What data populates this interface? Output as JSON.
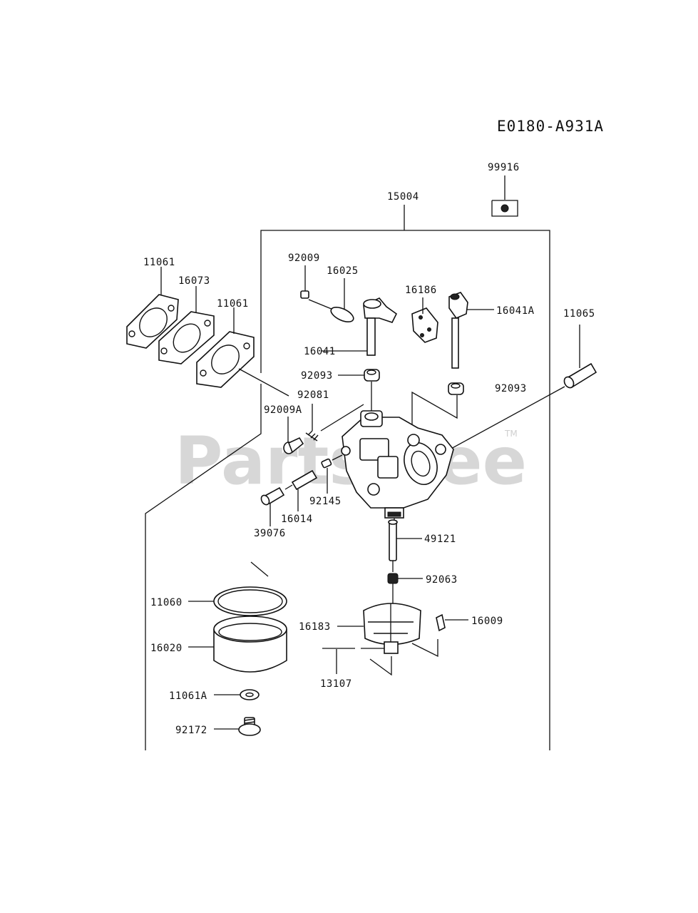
{
  "diagram": {
    "code": "E0180-A931A",
    "watermark": {
      "text": "PartsTree",
      "tm": "TM"
    },
    "labels": {
      "p99916": "99916",
      "p15004": "15004",
      "p11061a": "11061",
      "p16073": "16073",
      "p11061b": "11061",
      "p92009": "92009",
      "p16025": "16025",
      "p16186": "16186",
      "p16041A": "16041A",
      "p11065": "11065",
      "p16041": "16041",
      "p92093a": "92093",
      "p92093b": "92093",
      "p92081": "92081",
      "p92009A": "92009A",
      "p92145": "92145",
      "p16014": "16014",
      "p39076": "39076",
      "p49121": "49121",
      "p92063": "92063",
      "p11060": "11060",
      "p16183": "16183",
      "p16009": "16009",
      "p16020": "16020",
      "p13107": "13107",
      "p11061A": "11061A",
      "p92172": "92172"
    }
  }
}
